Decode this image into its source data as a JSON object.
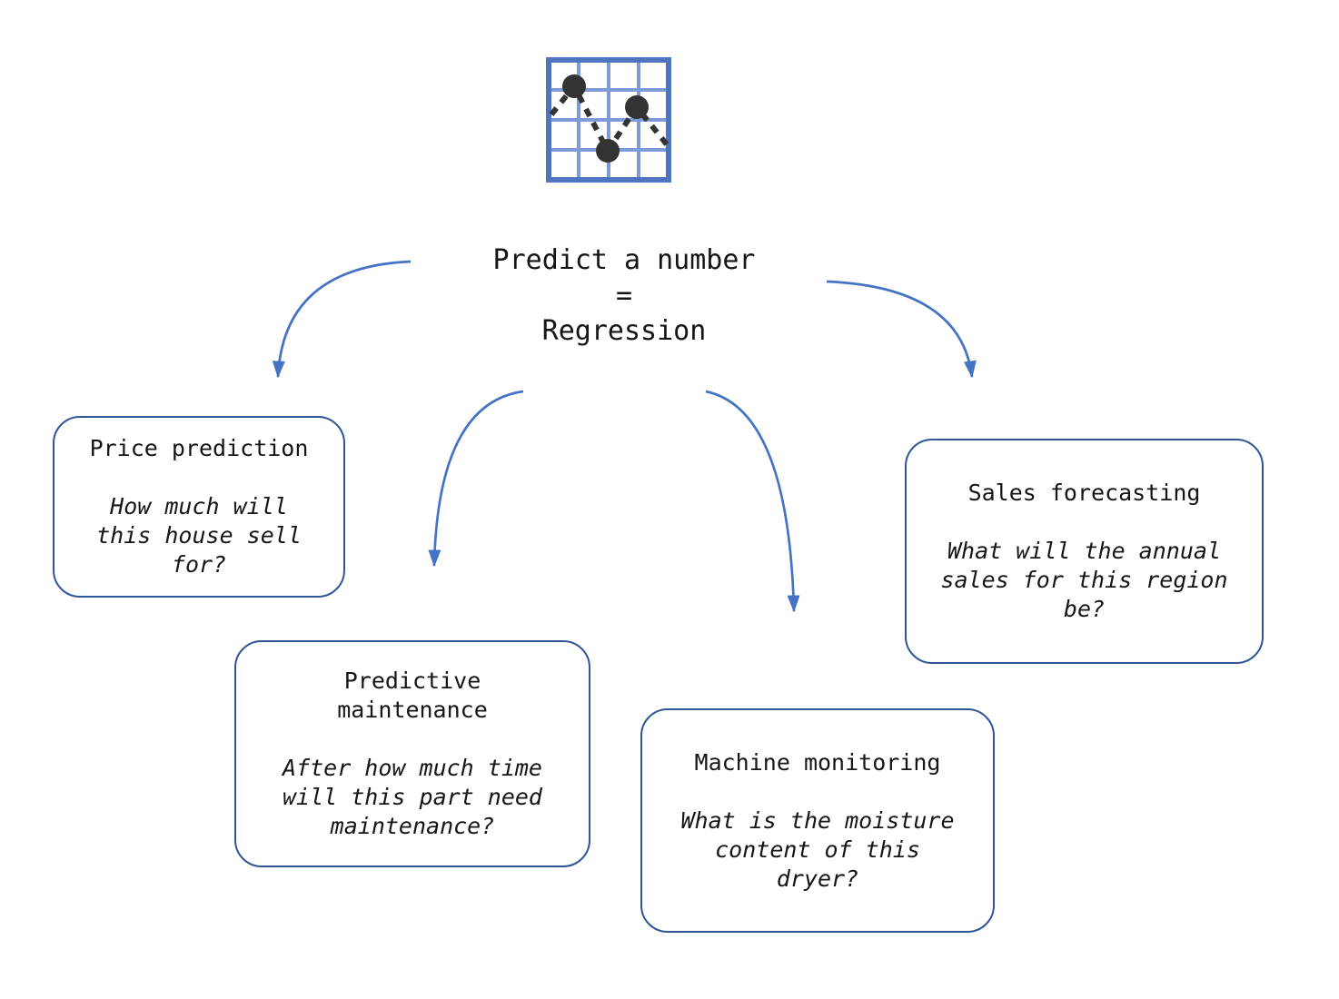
{
  "colors": {
    "arrow": "#4472C4",
    "box-border": "#2E5597",
    "text": "#151515",
    "icon-grid": "#4F74C0",
    "icon-grid-light": "#7E9AD8",
    "icon-dot": "#333333"
  },
  "icon": {
    "name": "scatter-line-chart-icon"
  },
  "center": {
    "text": "Predict a number\n=\nRegression"
  },
  "boxes": [
    {
      "id": "price-prediction",
      "title": "Price prediction",
      "question": "How much will\nthis house sell\nfor?"
    },
    {
      "id": "predictive-maintenance",
      "title": "Predictive\nmaintenance",
      "question": "After how much time\nwill this part need\nmaintenance?"
    },
    {
      "id": "machine-monitoring",
      "title": "Machine monitoring",
      "question": "What is the moisture\ncontent of this\ndryer?"
    },
    {
      "id": "sales-forecasting",
      "title": "Sales forecasting",
      "question": "What will the annual\nsales for this region\nbe?"
    }
  ]
}
